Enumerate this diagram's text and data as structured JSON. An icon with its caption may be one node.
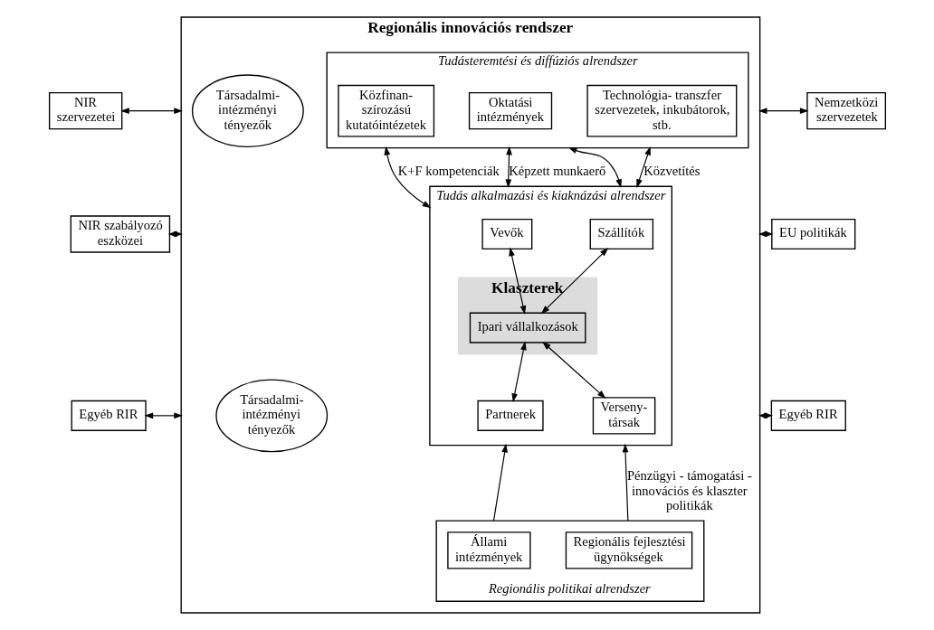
{
  "diagram": {
    "nodes": [
      {
        "text": [
          "Regionális innovációs rendszer"
        ]
      },
      {
        "text": [
          "Tudásteremtési és diffúziós alrendszer"
        ],
        "in": 0
      },
      {
        "text": [
          "Közfinan- szírozású kutatóintézetek"
        ],
        "in": 1
      },
      {
        "text": [
          "Oktatási intézmények"
        ],
        "in": 1
      },
      {
        "text": [
          "Technológia- transzfer szervezetek, inkubátorok, stb."
        ],
        "in": 1
      },
      {
        "text": [
          "Társadalmi- intézményi tényezők"
        ],
        "in": 0
      },
      {
        "text": [
          "Tudás alkalmazási és kiaknázási alrendszer"
        ],
        "in": 0
      },
      {
        "text": [
          "Klaszterek"
        ],
        "in": 6
      },
      {
        "text": [
          "Vevők"
        ],
        "in": 6
      },
      {
        "text": [
          "Szállítók"
        ],
        "in": 6
      },
      {
        "text": [
          "Ipari vállalkozások"
        ],
        "in": 7
      },
      {
        "text": [
          "Partnerek"
        ],
        "in": 6
      },
      {
        "text": [
          "Verseny- társak"
        ],
        "in": 6
      },
      {
        "text": [
          "Társadalmi- intézményi tényezők"
        ],
        "in": 0
      },
      {
        "text": [
          "Regionális politikai alrendszer"
        ],
        "in": 0
      },
      {
        "text": [
          "Állami intézmények"
        ],
        "in": 14
      },
      {
        "text": [
          "Regionális fejlesztési ügynökségek"
        ],
        "in": 14
      },
      {
        "text": [
          "NIR szervezetei"
        ]
      },
      {
        "text": [
          "NIR szabályozó eszközei"
        ]
      },
      {
        "text": [
          "Egyéb RIR"
        ]
      },
      {
        "text": [
          "Nemzetközi szervezetek"
        ]
      },
      {
        "text": [
          "EU politikák"
        ]
      },
      {
        "text": [
          "Egyéb RIR"
        ]
      }
    ],
    "edges": [
      {
        "from": 17,
        "to": 0,
        "arrow": "both"
      },
      {
        "from": 18,
        "to": 0,
        "arrow": "both"
      },
      {
        "from": 19,
        "to": 0,
        "arrow": "both"
      },
      {
        "from": 0,
        "to": 20,
        "arrow": "both"
      },
      {
        "from": 0,
        "to": 21,
        "arrow": "both"
      },
      {
        "from": 0,
        "to": 22,
        "arrow": "both"
      },
      {
        "from": 1,
        "to": 6,
        "arrow": "both",
        "label": "K+F kompetenciák"
      },
      {
        "from": 1,
        "to": 6,
        "arrow": "both",
        "label": "Képzett munkaerő"
      },
      {
        "from": 1,
        "to": 6,
        "arrow": "both"
      },
      {
        "from": 1,
        "to": 6,
        "arrow": "both",
        "label": "Közvetítés"
      },
      {
        "from": 8,
        "to": 10,
        "arrow": "both"
      },
      {
        "from": 9,
        "to": 10,
        "arrow": "both"
      },
      {
        "from": 11,
        "to": 10,
        "arrow": "both"
      },
      {
        "from": 12,
        "to": 10,
        "arrow": "both"
      },
      {
        "from": 14,
        "to": 6,
        "arrow": "to"
      },
      {
        "from": 14,
        "to": 6,
        "arrow": "to",
        "label": "Pénzügyi - támogatási - innovációs és klaszter politikák"
      }
    ]
  }
}
